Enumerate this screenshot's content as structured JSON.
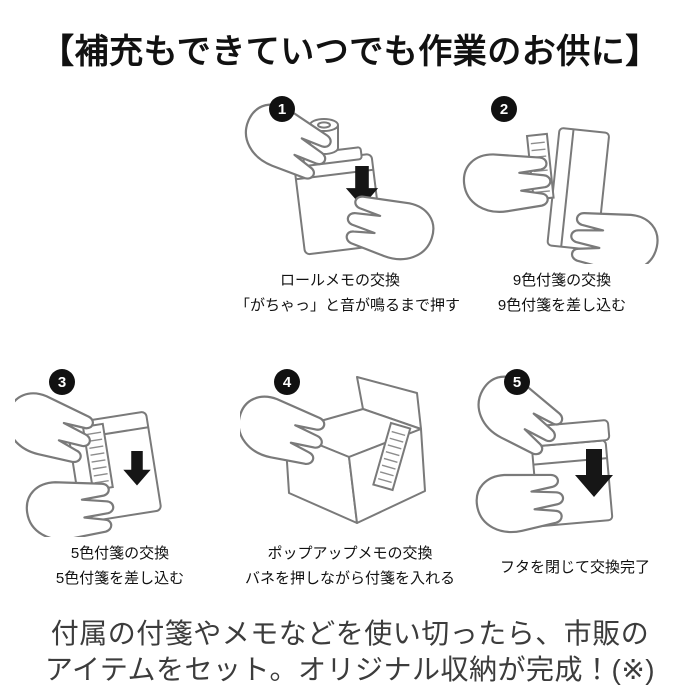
{
  "header": {
    "title": "【補充もできていつでも作業のお供に】"
  },
  "steps": [
    {
      "number": "1",
      "captions": [
        "ロールメモの交換",
        "「がちゃっ」と音が鳴るまで押す"
      ]
    },
    {
      "number": "2",
      "captions": [
        "9色付箋の交換",
        "9色付箋を差し込む"
      ]
    },
    {
      "number": "3",
      "captions": [
        "5色付箋の交換",
        "5色付箋を差し込む"
      ]
    },
    {
      "number": "4",
      "captions": [
        "ポップアップメモの交換",
        "バネを押しながら付箋を入れる"
      ]
    },
    {
      "number": "5",
      "captions": [
        "フタを閉じて交換完了"
      ]
    }
  ],
  "footer": {
    "lines": [
      "付属の付箋やメモなどを使い切ったら、市販の",
      "アイテムをセット。オリジナル収納が完成！(※)"
    ]
  },
  "colors": {
    "heading_text": "#111111",
    "caption_text": "#111111",
    "footer_text": "#3c3c3c",
    "line_art": "#7a7a7a",
    "arrow": "#161616",
    "badge_bg": "#111111",
    "badge_text": "#ffffff",
    "background": "#ffffff"
  }
}
